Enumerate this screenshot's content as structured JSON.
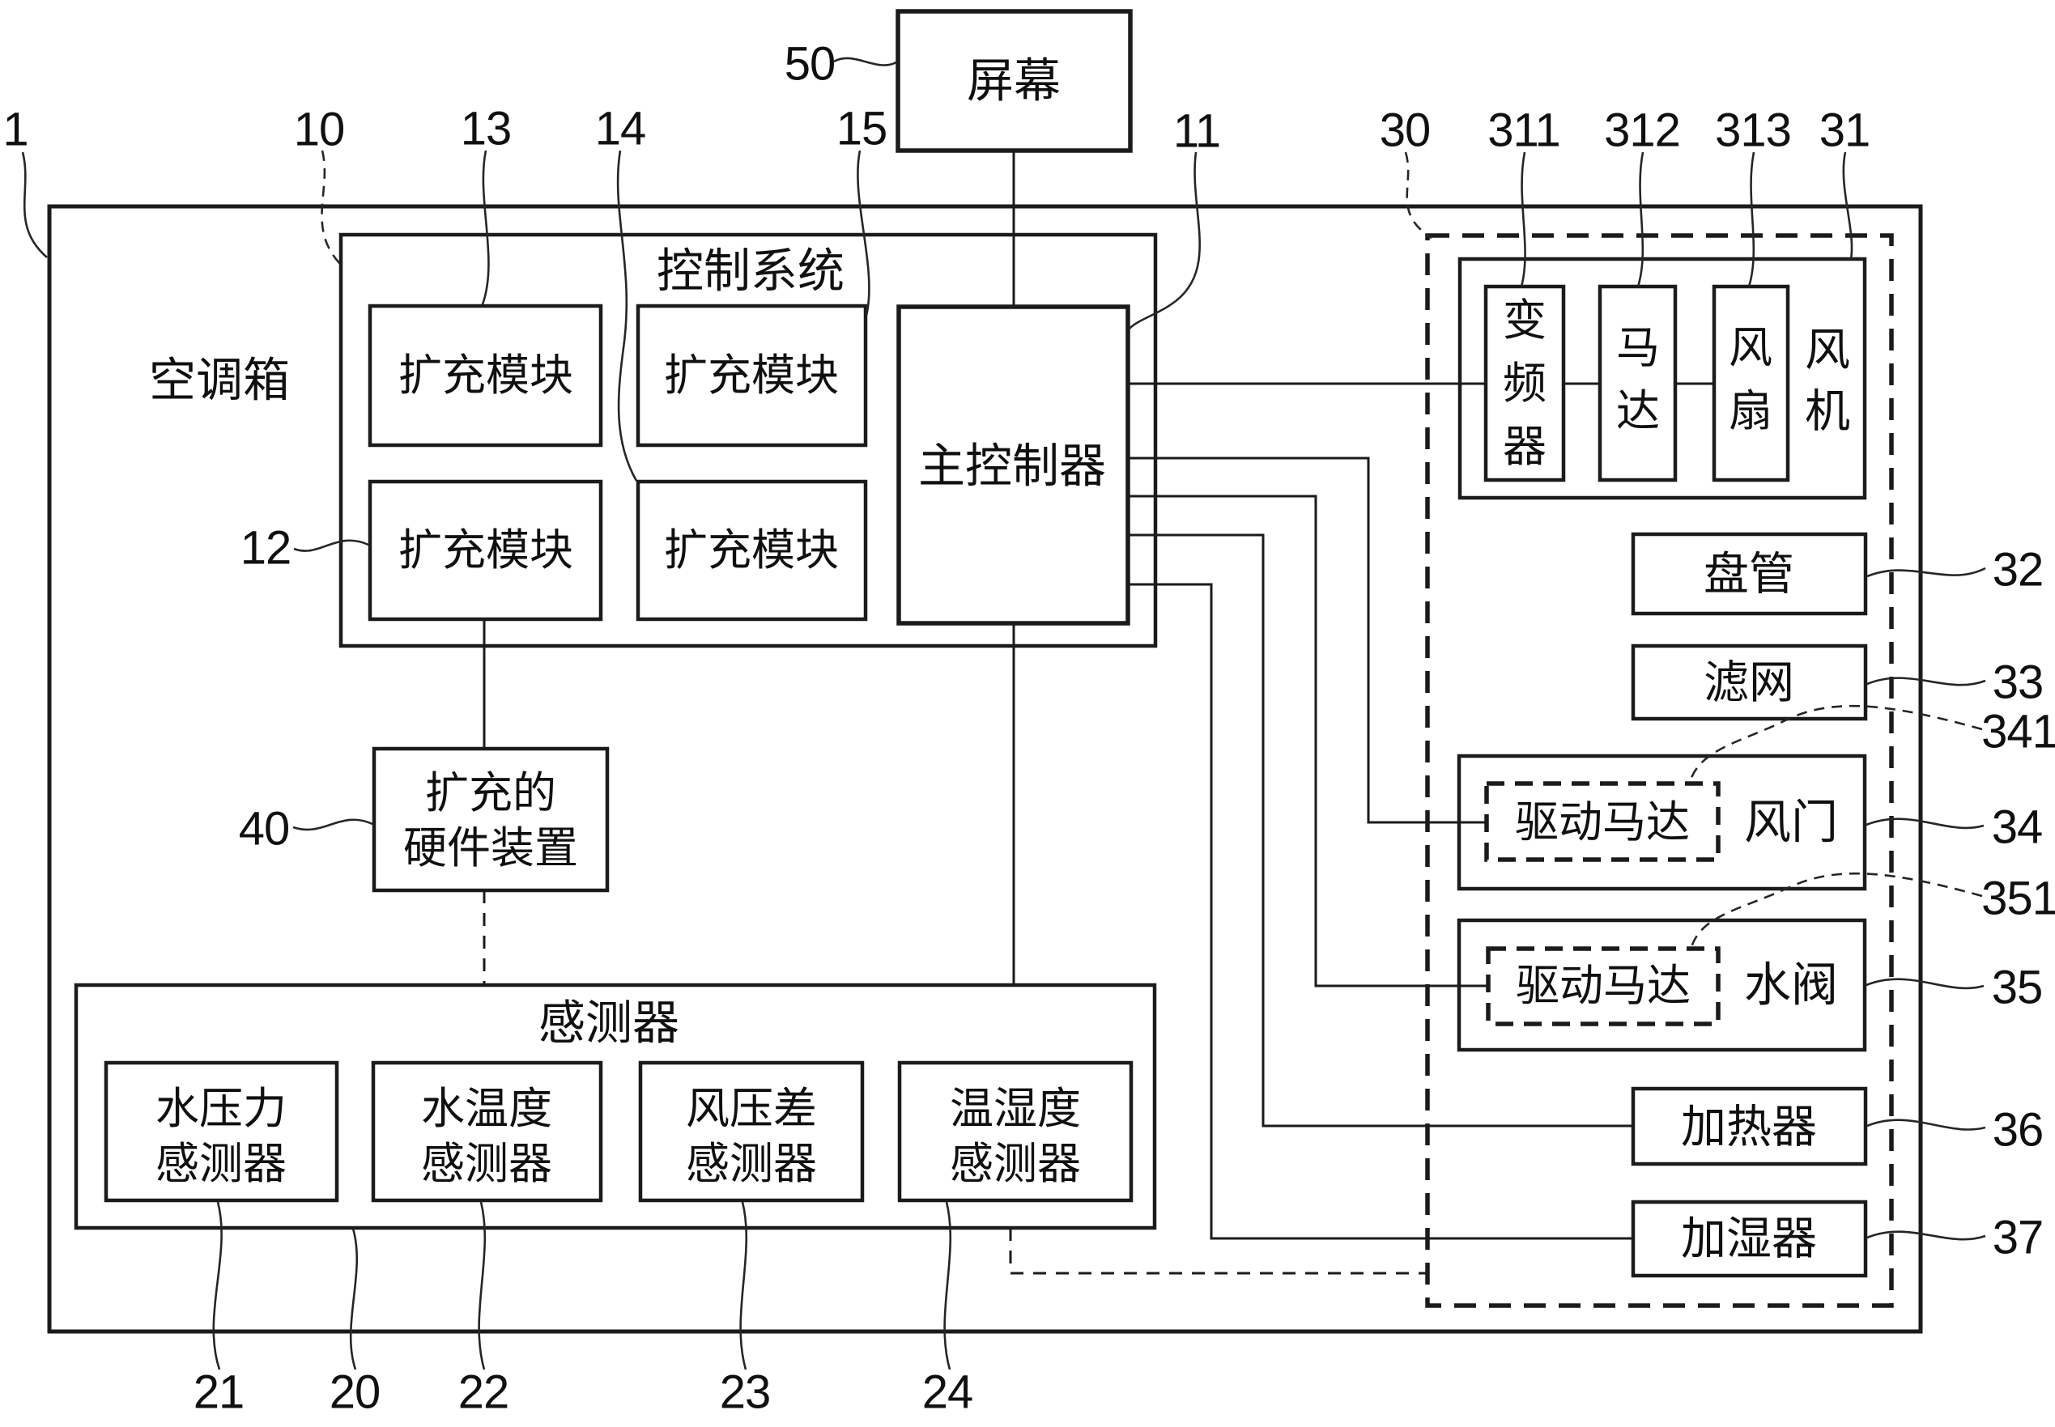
{
  "figure": {
    "outer": {
      "label": "空调箱",
      "ref": "1"
    },
    "screen": {
      "label": "屏幕",
      "ref": "50"
    },
    "control_system": {
      "label": "控制系统",
      "ref": "10",
      "module_tl": {
        "label": "扩充模块",
        "ref": "13"
      },
      "module_tr": {
        "label": "扩充模块",
        "ref": "15"
      },
      "module_bl": {
        "label": "扩充模块",
        "ref": "12"
      },
      "module_br": {
        "label": "扩充模块",
        "ref": "14"
      },
      "main_controller": {
        "label": "主控制器",
        "ref": "11"
      }
    },
    "expanded_hardware": {
      "lines": [
        "扩充的",
        "硬件装置"
      ],
      "ref": "40"
    },
    "sensor_unit": {
      "label": "感测器",
      "ref": "20",
      "water_pressure": {
        "lines": [
          "水压力",
          "感测器"
        ],
        "ref": "21"
      },
      "water_temp": {
        "lines": [
          "水温度",
          "感测器"
        ],
        "ref": "22"
      },
      "air_pressure": {
        "lines": [
          "风压差",
          "感测器"
        ],
        "ref": "23"
      },
      "temp_humidity": {
        "lines": [
          "温湿度",
          "感测器"
        ],
        "ref": "24"
      }
    },
    "air_handling": {
      "ref": "30",
      "fan_unit": {
        "label": "风机",
        "ref": "31",
        "inverter": {
          "label": "变频器",
          "ref": "311"
        },
        "motor": {
          "label": "马达",
          "ref": "312"
        },
        "fan": {
          "label": "风扇",
          "ref": "313"
        }
      },
      "coil": {
        "label": "盘管",
        "ref": "32"
      },
      "filter": {
        "label": "滤网",
        "ref": "33"
      },
      "damper": {
        "label": "风门",
        "ref": "34",
        "drive_motor": {
          "label": "驱动马达",
          "ref": "341"
        }
      },
      "water_valve": {
        "label": "水阀",
        "ref": "35",
        "drive_motor": {
          "label": "驱动马达",
          "ref": "351"
        }
      },
      "heater": {
        "label": "加热器",
        "ref": "36"
      },
      "humidifier": {
        "label": "加湿器",
        "ref": "37"
      }
    }
  }
}
